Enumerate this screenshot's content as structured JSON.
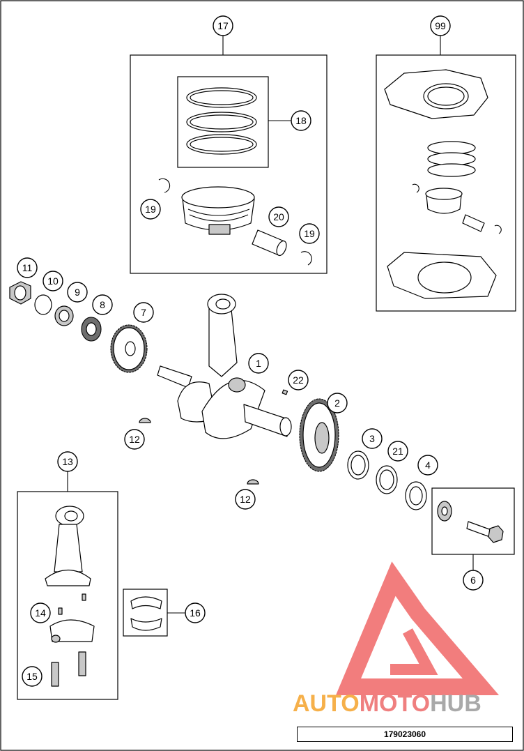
{
  "callouts": {
    "c1": "1",
    "c2": "2",
    "c3": "3",
    "c4": "4",
    "c6": "6",
    "c7": "7",
    "c8": "8",
    "c9": "9",
    "c10": "10",
    "c11": "11",
    "c12a": "12",
    "c12b": "12",
    "c13": "13",
    "c14": "14",
    "c15": "15",
    "c16": "16",
    "c17": "17",
    "c18": "18",
    "c19a": "19",
    "c19b": "19",
    "c20": "20",
    "c21": "21",
    "c22": "22",
    "c99": "99"
  },
  "drawing_number": "179023060",
  "watermark": {
    "part1": "AUTO",
    "part2": "MOTO",
    "part3": "HUB",
    "color1": "#f6b04a",
    "color2": "#ef7f7f",
    "color3": "#a9a9a9",
    "logo_color": "#ef5d5d"
  }
}
